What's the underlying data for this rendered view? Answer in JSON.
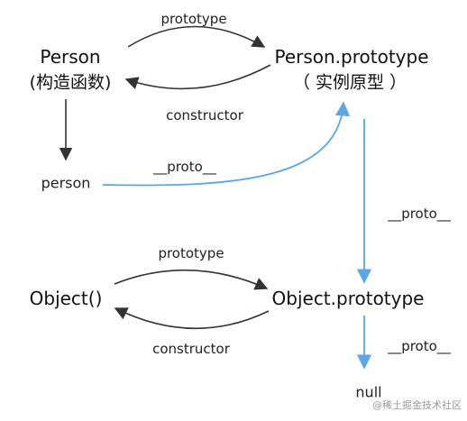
{
  "nodes": {
    "person_ctor": {
      "title": "Person",
      "subtitle": "(构造函数)"
    },
    "person_proto": {
      "title": "Person.prototype",
      "subtitle": "（ 实例原型 ）"
    },
    "person_instance": {
      "title": "person"
    },
    "object_ctor": {
      "title": "Object()"
    },
    "object_proto": {
      "title": "Object.prototype"
    },
    "null_node": {
      "title": "null"
    }
  },
  "edges": {
    "top_prototype": "prototype",
    "top_constructor": "constructor",
    "instance_proto": "__proto__",
    "proto_chain_1": "__proto__",
    "bottom_prototype": "prototype",
    "bottom_constructor": "constructor",
    "proto_chain_2": "__proto__"
  },
  "colors": {
    "black_arrow": "#333333",
    "blue_arrow": "#5aa6e6"
  },
  "watermark": "@稀土掘金技术社区"
}
